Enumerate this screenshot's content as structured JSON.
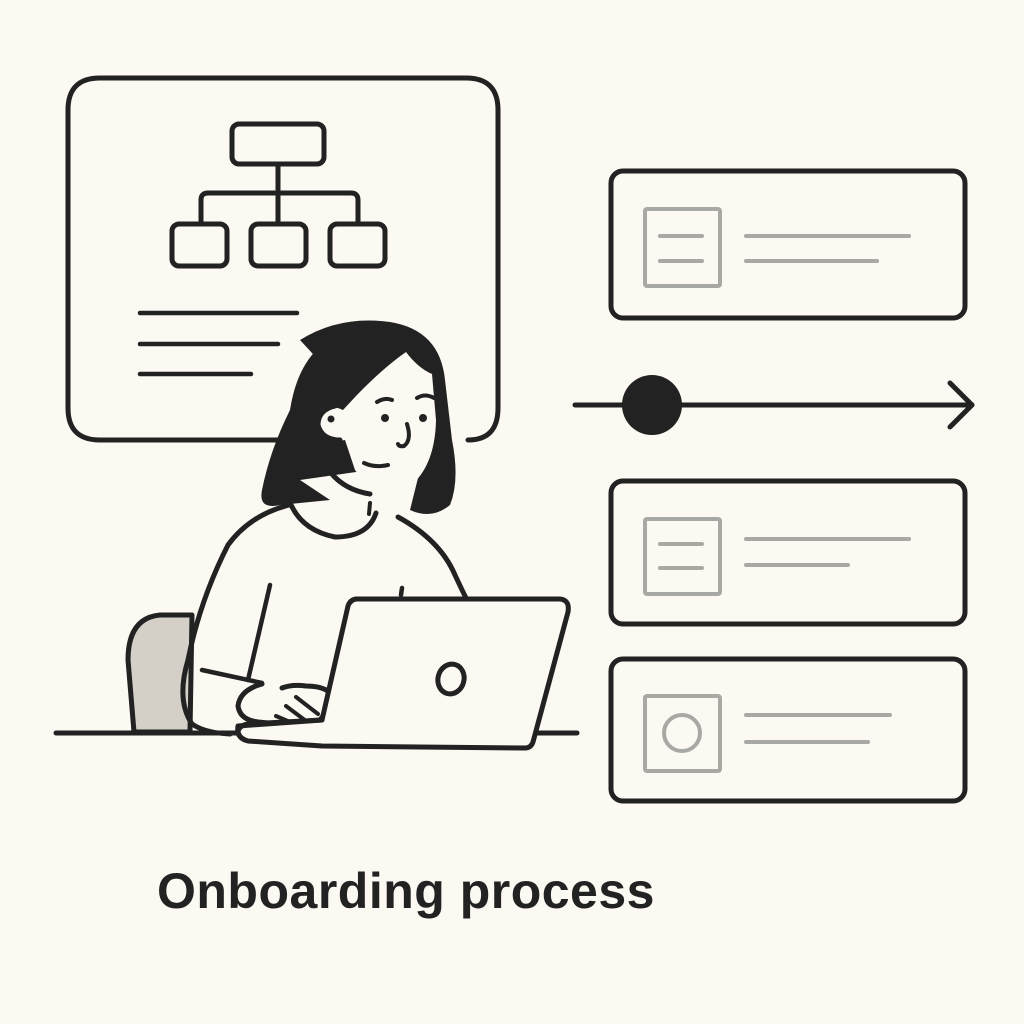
{
  "caption": {
    "title": "Onboarding process"
  },
  "colors": {
    "background": "#fcf8f2",
    "ink": "#222222",
    "muted": "#a8a8a4",
    "chair": "#d4d0c8"
  },
  "illustration": {
    "presentation_board": {
      "icon": "org-chart-icon",
      "text_lines": 3
    },
    "person": {
      "description": "woman-at-laptop",
      "laptop_icon": "laptop-icon"
    },
    "timeline": {
      "icon": "arrow-right-icon",
      "marker": "progress-dot"
    },
    "cards": [
      {
        "icon": "document-icon",
        "lines": 2
      },
      {
        "icon": "document-icon",
        "lines": 2
      },
      {
        "icon": "circle-image-icon",
        "lines": 2
      }
    ]
  }
}
